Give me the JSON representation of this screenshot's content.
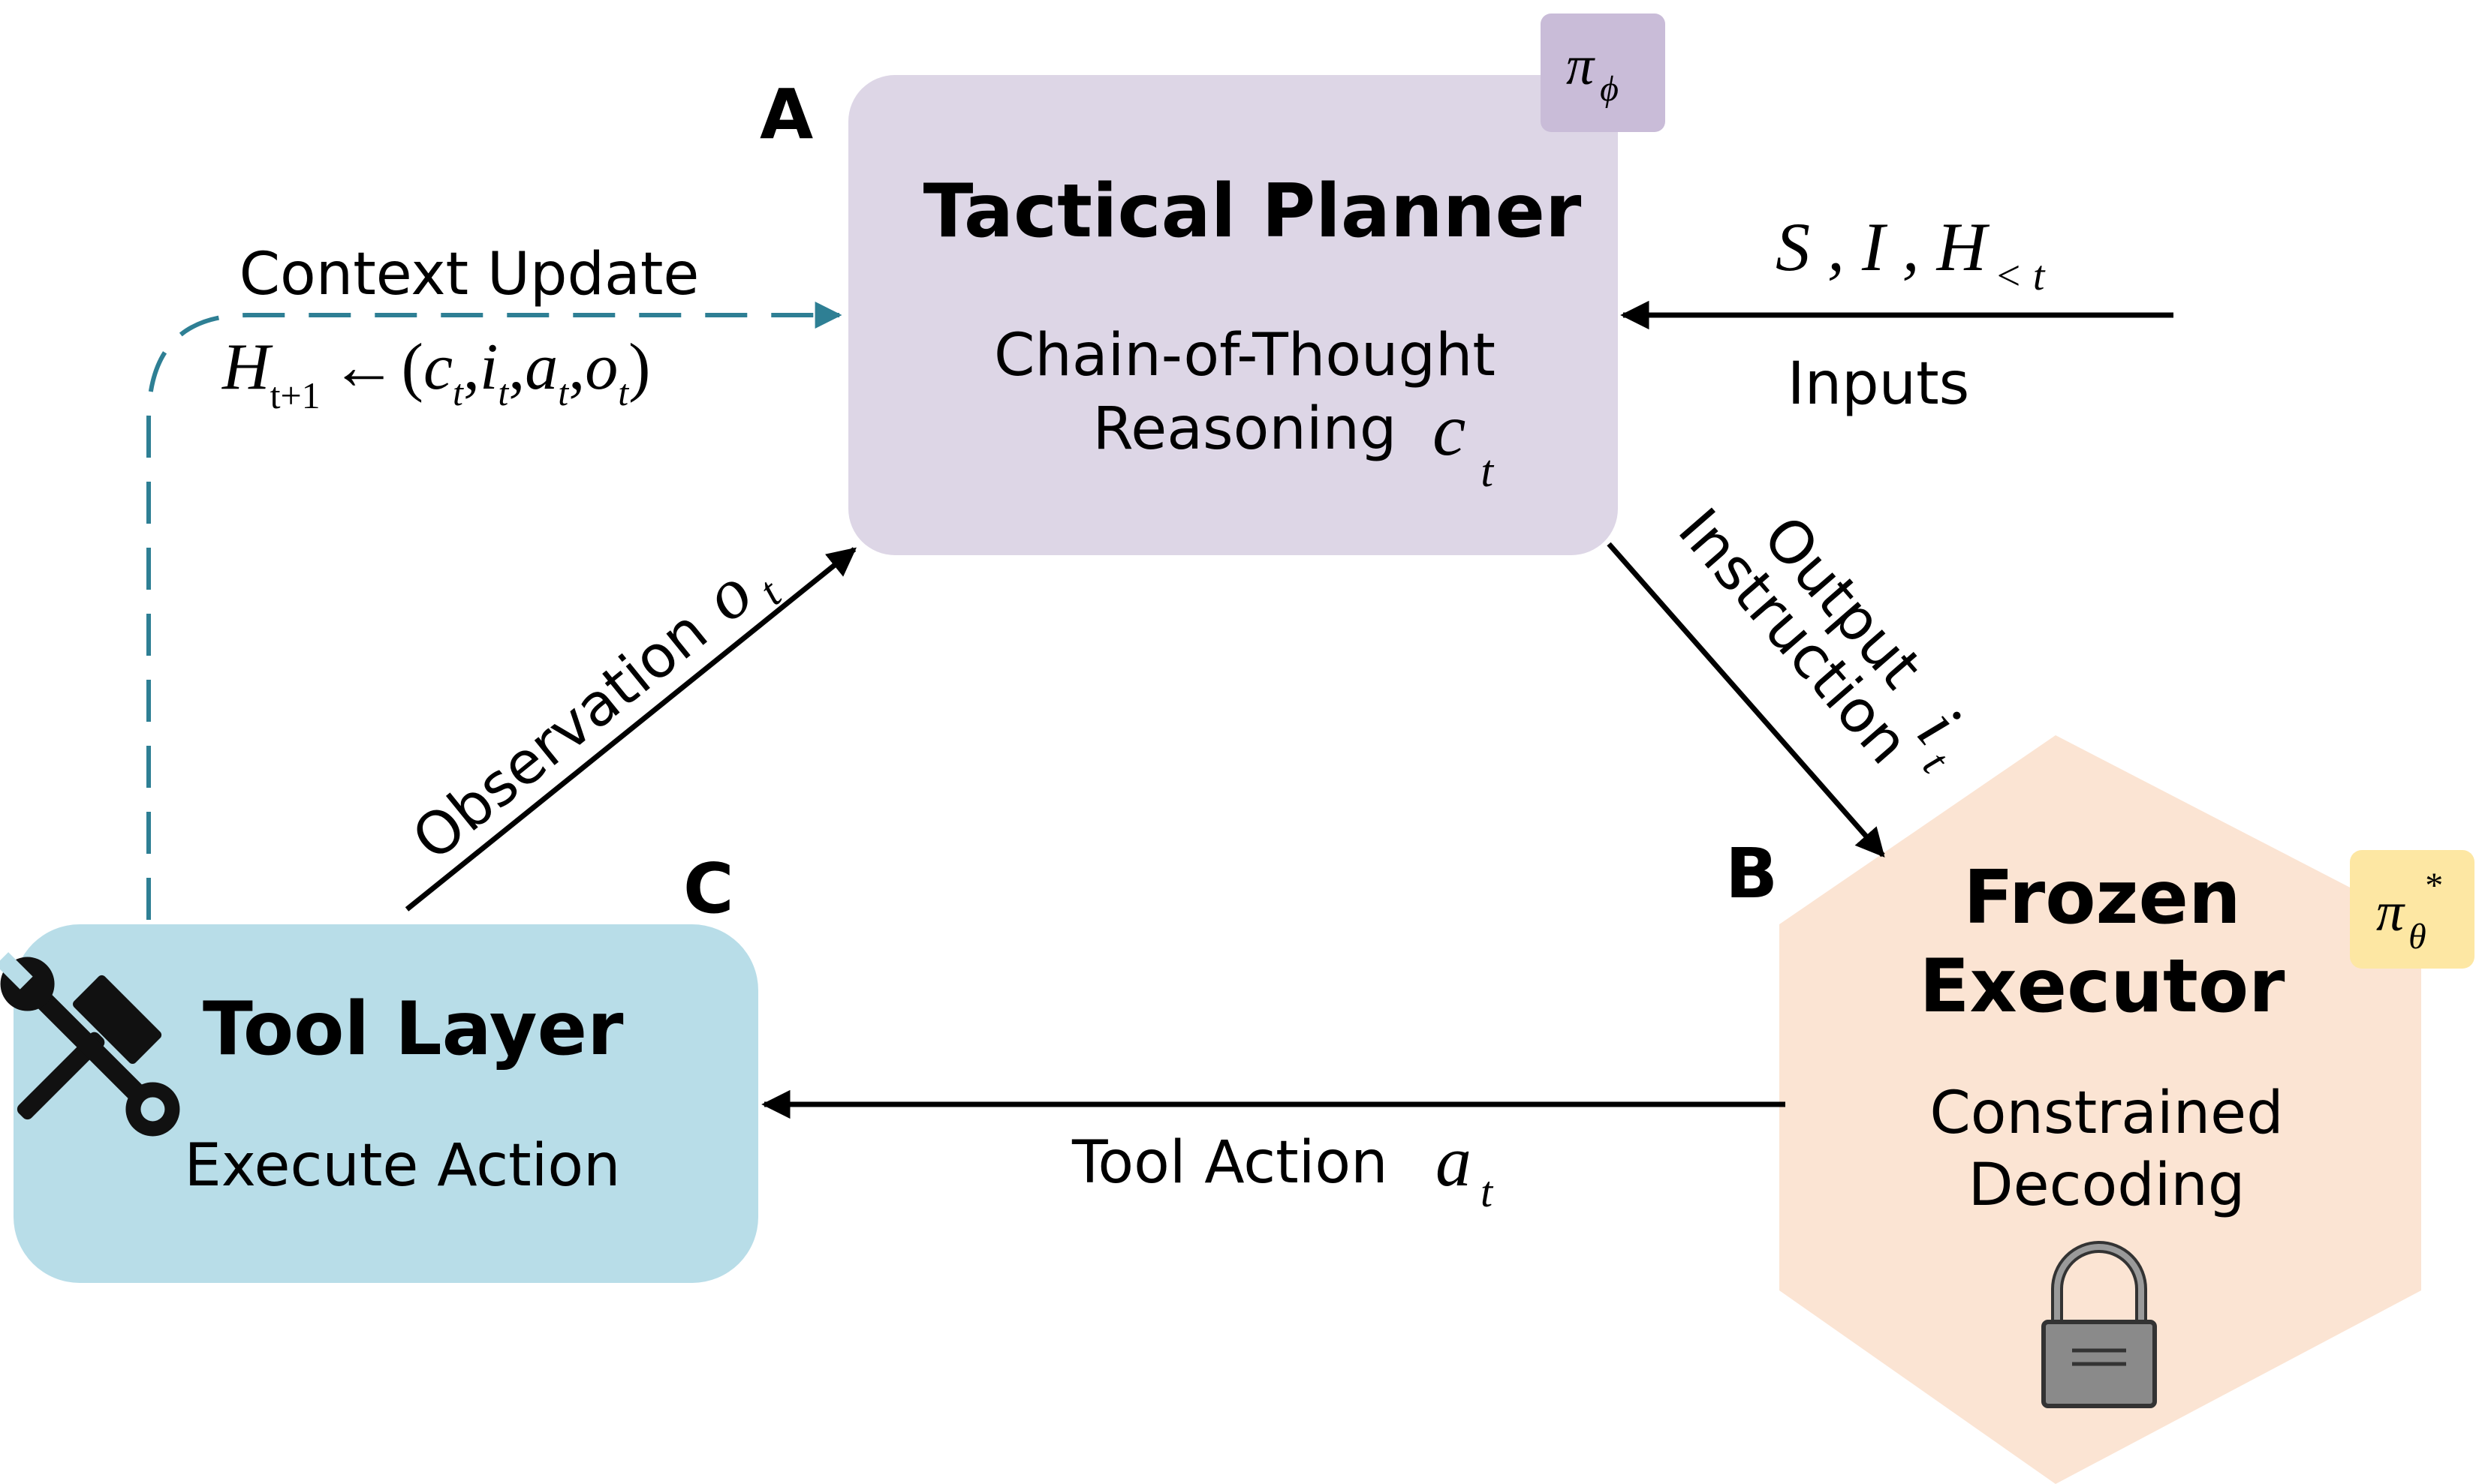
{
  "planner": {
    "letter": "A",
    "title": "Tactical Planner",
    "line1": "Chain-of-Thought",
    "line2": "Reasoning",
    "var": "c",
    "var_sub": "t",
    "policy": "π",
    "policy_sub": "ϕ"
  },
  "executor": {
    "letter": "B",
    "title_line1": "Frozen",
    "title_line2": "Executor",
    "line1": "Constrained",
    "line2": "Decoding",
    "policy": "π",
    "policy_sub": "θ",
    "policy_sup": "*"
  },
  "tool": {
    "letter": "C",
    "title": "Tool Layer",
    "subtitle": "Execute Action"
  },
  "inputs": {
    "formula_main": "S , I , H",
    "formula_sub": "< t",
    "label": "Inputs"
  },
  "context_update": {
    "label": "Context Update",
    "lhs": "H",
    "lhs_sub": "t+1",
    "arrow": "←",
    "open": "(",
    "c": "c",
    "c_sub": "t",
    "i": "i",
    "i_sub": "t",
    "a": "a",
    "a_sub": "t",
    "o": "o",
    "o_sub": "t",
    "comma": ",",
    "close": ")"
  },
  "observation": {
    "label": "Observation",
    "var": "o",
    "var_sub": "t"
  },
  "output_instruction": {
    "line1": "Output",
    "line2": "Instruction",
    "var": "i",
    "var_sub": "t"
  },
  "tool_action": {
    "label": "Tool Action",
    "var": "a",
    "var_sub": "t"
  },
  "colors": {
    "planner_fill": "#ddd6e6",
    "planner_badge": "#c9bcd8",
    "executor_fill": "#fbe4d3",
    "executor_badge": "#fde7a3",
    "tool_fill": "#b8dde8",
    "dashed_line": "#2e7f94",
    "lock_fill": "#8a8a8a",
    "text": "#000000"
  },
  "icons": {
    "tool": "tools-icon",
    "lock": "lock-icon"
  }
}
